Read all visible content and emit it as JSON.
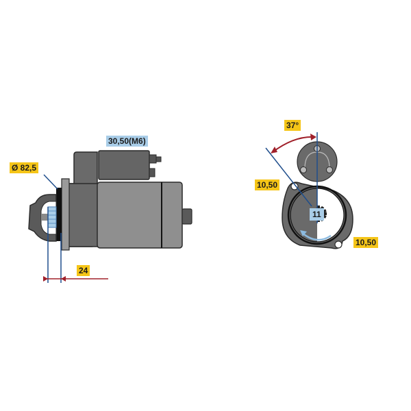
{
  "side_view": {
    "diameter_label": "Ø 82,5",
    "terminal_label": "30,50(M6)",
    "flange_offset_label": "24"
  },
  "front_view": {
    "angle_label": "37°",
    "bolt_left_label": "10,50",
    "bolt_right_label": "10,50",
    "teeth_count_label": "11"
  },
  "colors": {
    "body_gray": "#8f8f8f",
    "dark_gray": "#5e5e5e",
    "label_yellow": "#f5c518",
    "label_blue": "#a9cde8",
    "dimension_blue": "#1f4e8c",
    "dimension_red": "#a0202a"
  }
}
